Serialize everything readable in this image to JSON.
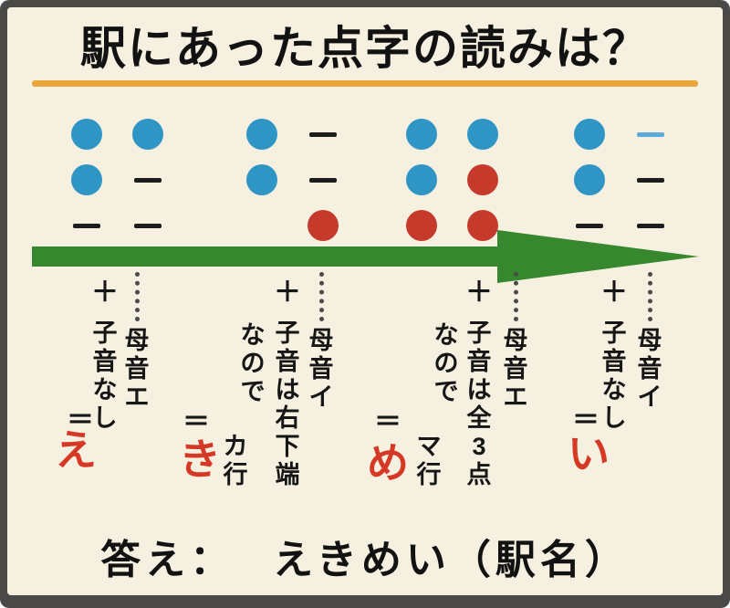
{
  "title": "駅にあった点字の読みは？",
  "answer": {
    "label": "答え：",
    "text": "えきめい（駅名）"
  },
  "colors": {
    "background": "#f6f0e0",
    "frame": "#4a4948",
    "rule_orange": "#e9a63b",
    "dot_blue": "#2f95c5",
    "dot_red": "#c63a2c",
    "dash_black": "#1d1d1d",
    "dash_blue": "#5aabdc",
    "arrow_green": "#37872e",
    "result_red": "#d63826"
  },
  "cells": [
    {
      "id": "e",
      "grid": [
        [
          "blue",
          "blue"
        ],
        [
          "blue",
          "dash"
        ],
        [
          "dash",
          "dash"
        ]
      ],
      "vowel": "母音エ",
      "plus": "＋",
      "consonant": "子音なし",
      "equals": "＝",
      "result": "え"
    },
    {
      "id": "ki",
      "grid": [
        [
          "blue",
          "dash"
        ],
        [
          "blue",
          "dash"
        ],
        [
          "none",
          "red"
        ]
      ],
      "vowel": "母音イ",
      "plus": "＋",
      "consonant": "子音は右下端",
      "reason": "なので",
      "gyo": "カ行",
      "equals": "＝",
      "result": "き"
    },
    {
      "id": "me",
      "grid": [
        [
          "blue",
          "blue"
        ],
        [
          "blue",
          "red"
        ],
        [
          "red",
          "red"
        ]
      ],
      "vowel": "母音エ",
      "plus": "＋",
      "consonant": "子音は全3点",
      "reason": "なので",
      "gyo": "マ行",
      "equals": "＝",
      "result": "め"
    },
    {
      "id": "i",
      "grid": [
        [
          "blue",
          "dash_blue"
        ],
        [
          "blue",
          "dash"
        ],
        [
          "dash",
          "dash"
        ]
      ],
      "vowel": "母音イ",
      "plus": "＋",
      "consonant": "子音なし",
      "equals": "＝",
      "result": "い"
    }
  ]
}
